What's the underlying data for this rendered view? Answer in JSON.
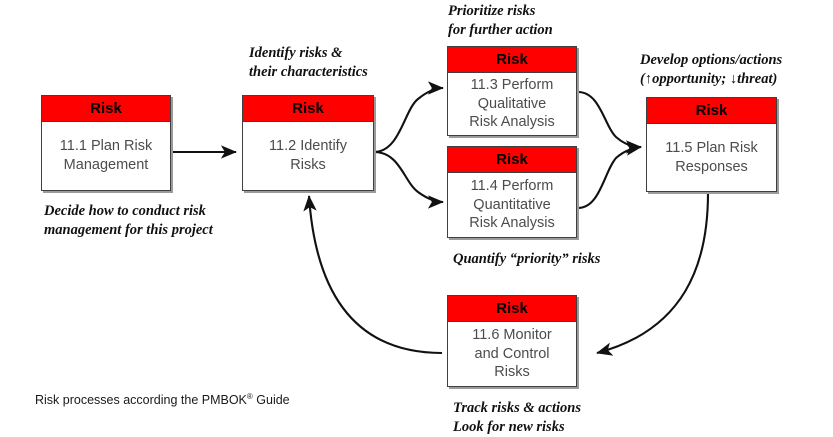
{
  "diagram": {
    "title_note": "Risk processes according the PMBOK",
    "title_note_sup": "®",
    "title_note_tail": " Guide",
    "header_label": "Risk",
    "header_color": "#FE0000",
    "box_text_color": "#4C4C4C",
    "boxes": [
      {
        "id": "11-1",
        "name": "plan-risk-management",
        "line1": "11.1 Plan Risk",
        "line2": "Management",
        "line3": ""
      },
      {
        "id": "11-2",
        "name": "identify-risks",
        "line1": "11.2 Identify",
        "line2": "Risks",
        "line3": ""
      },
      {
        "id": "11-3",
        "name": "perform-qualitative-risk-analysis",
        "line1": "11.3 Perform",
        "line2": "Qualitative",
        "line3": "Risk Analysis"
      },
      {
        "id": "11-4",
        "name": "perform-quantitative-risk-analysis",
        "line1": "11.4 Perform",
        "line2": "Quantitative",
        "line3": "Risk Analysis"
      },
      {
        "id": "11-5",
        "name": "plan-risk-responses",
        "line1": "11.5 Plan Risk",
        "line2": "Responses",
        "line3": ""
      },
      {
        "id": "11-6",
        "name": "monitor-and-control-risks",
        "line1": "11.6 Monitor",
        "line2": "and Control",
        "line3": "Risks"
      }
    ],
    "annotations": [
      {
        "id": "a-11-3",
        "name": "annotation-prioritize-risks",
        "text": "Prioritize risks\nfor further action"
      },
      {
        "id": "a-11-2",
        "name": "annotation-identify-risks",
        "text": "Identify risks &\ntheir characteristics"
      },
      {
        "id": "a-11-5",
        "name": "annotation-develop-options",
        "text": "Develop options/actions\n(↑opportunity; ↓threat)"
      },
      {
        "id": "a-11-1",
        "name": "annotation-decide-how",
        "text": "Decide how to conduct risk\nmanagement for this project"
      },
      {
        "id": "a-11-4",
        "name": "annotation-quantify-priority",
        "text": "Quantify “priority” risks"
      },
      {
        "id": "a-11-6",
        "name": "annotation-track-risks",
        "text": "Track risks & actions\nLook for new risks"
      }
    ]
  }
}
